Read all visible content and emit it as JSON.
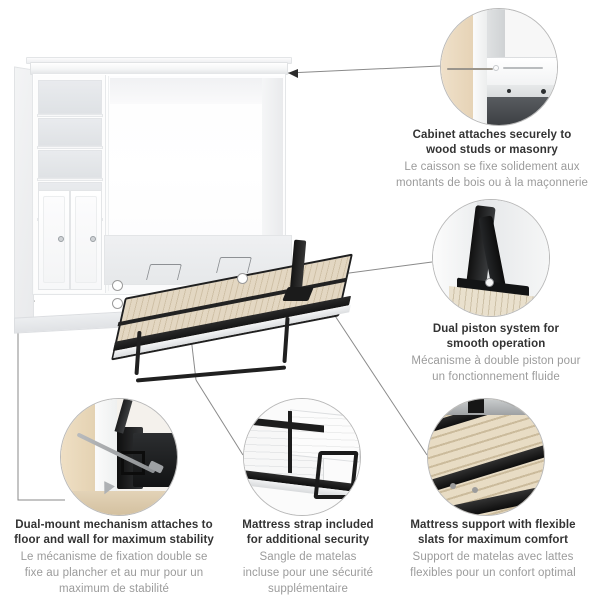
{
  "infographic": {
    "product": "Murphy bed cabinet with storage tower",
    "languages": [
      "English",
      "French"
    ],
    "features": [
      {
        "id": "wall-anchor",
        "position": "top-right",
        "title_en_line1": "Cabinet attaches securely to",
        "title_en_line2": "wood studs or masonry",
        "title_fr_line1": "Le caisson se fixe solidement aux",
        "title_fr_line2": "montants de bois ou à la maçonnerie",
        "image_alt": "Close-up of cabinet top corner fastened to wood wall with screw"
      },
      {
        "id": "dual-piston",
        "position": "middle-right",
        "title_en_line1": "Dual piston system for",
        "title_en_line2": "smooth operation",
        "title_fr_line1": "Mécanisme à double piston pour",
        "title_fr_line2": "un fonctionnement fluide",
        "image_alt": "Close-up of black dual piston arm on bed frame"
      },
      {
        "id": "dual-mount",
        "position": "bottom-left",
        "title_en_line1": "Dual-mount mechanism attaches to",
        "title_en_line2": "floor and wall for maximum stability",
        "title_fr_line1": "Le mécanisme de fixation double se",
        "title_fr_line2": "fixe au plancher et au mur pour un",
        "title_fr_line3": "maximum de stabilité",
        "image_alt": "Close-up of black floor-and-wall mounting bracket with lag bolt"
      },
      {
        "id": "mattress-strap",
        "position": "bottom-center",
        "title_en_line1": "Mattress strap included",
        "title_en_line2": "for additional security",
        "title_fr_line1": "Sangle de matelas",
        "title_fr_line2": "incluse pour une sécurité",
        "title_fr_line3": "supplémentaire",
        "image_alt": "Close-up of mattress held by black strap on bed frame"
      },
      {
        "id": "flexible-slats",
        "position": "bottom-right",
        "title_en_line1": "Mattress support with flexible",
        "title_en_line2": "slats for maximum comfort",
        "title_fr_line1": "Support de matelas avec lattes",
        "title_fr_line2": "flexibles pour un confort optimal",
        "image_alt": "Close-up of wooden flexible slats on black bed frame"
      }
    ],
    "colors": {
      "title_text": "#333333",
      "subtitle_text": "#9b9b9b",
      "leader_line": "#8a8a8a",
      "circle_border": "#b9b9b9",
      "background": "#ffffff",
      "cabinet_white": "#fdfdfd",
      "frame_black": "#1f1f1f",
      "slat_wood": "#e3d7c2"
    }
  }
}
